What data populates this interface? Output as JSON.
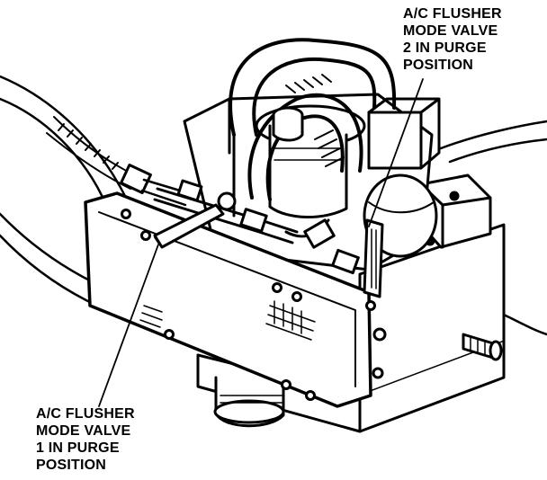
{
  "diagram": {
    "callouts": [
      {
        "id": "valve-2",
        "lines": [
          "A/C FLUSHER",
          "MODE VALVE",
          "2 IN PURGE",
          "POSITION"
        ]
      },
      {
        "id": "valve-1",
        "lines": [
          "A/C FLUSHER",
          "MODE VALVE",
          "1 IN PURGE",
          "POSITION"
        ]
      }
    ],
    "colors": {
      "ink": "#000000",
      "paper": "#ffffff"
    }
  }
}
